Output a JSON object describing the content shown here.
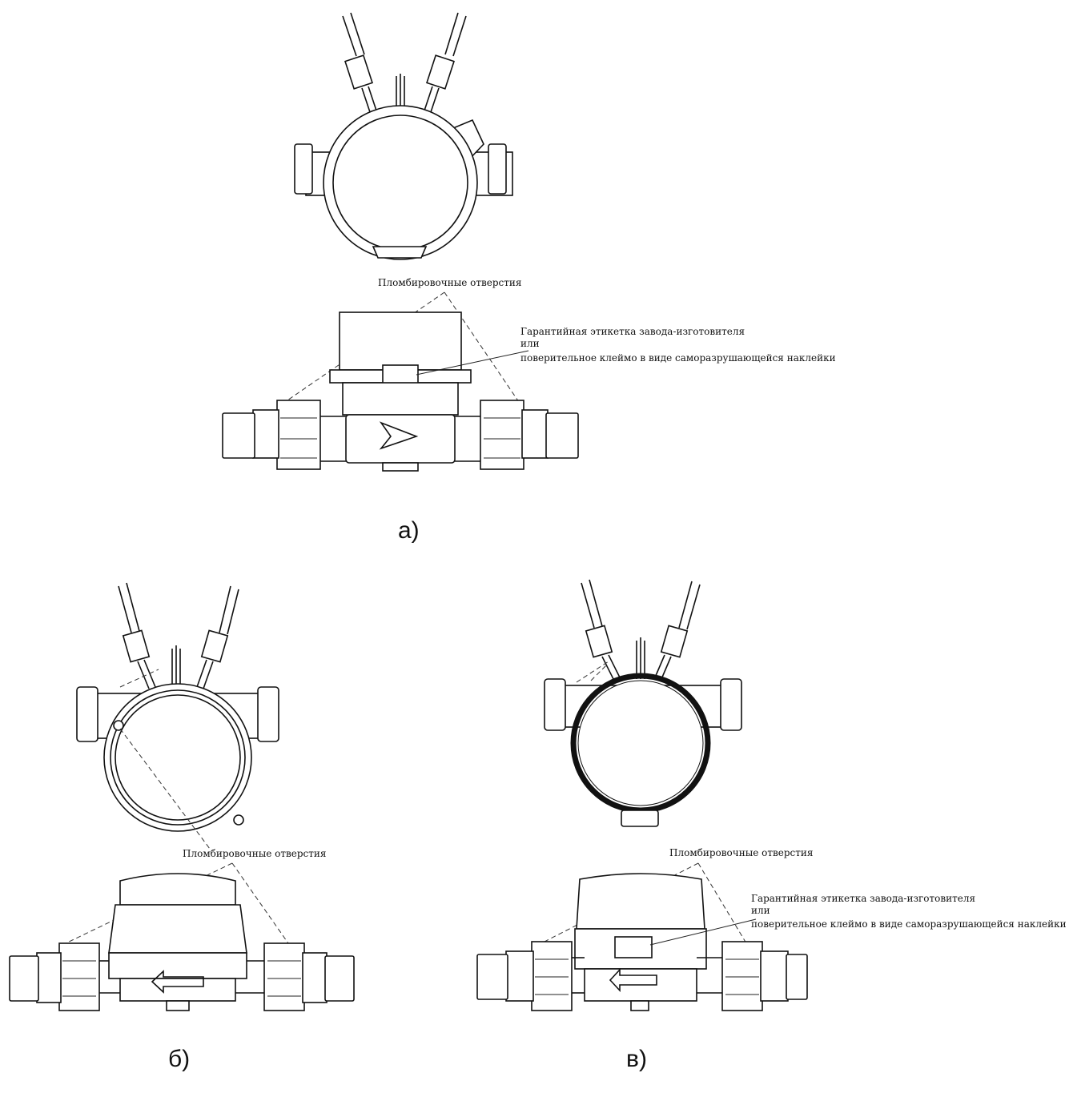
{
  "figure_a": {
    "caption": "а)",
    "seal_holes_label": "Пломбировочные отверстия",
    "warranty_label_line1": "Гарантийная этикетка завода-изготовителя",
    "warranty_label_line2": "или",
    "warranty_label_line3": "поверительное клеймо в виде саморазрушающейся наклейки"
  },
  "figure_b": {
    "caption": "б)",
    "seal_holes_label": "Пломбировочные отверстия"
  },
  "figure_c": {
    "caption": "в)",
    "seal_holes_label": "Пломбировочные отверстия",
    "warranty_label_line1": "Гарантийная этикетка завода-изготовителя",
    "warranty_label_line2": "или",
    "warranty_label_line3": "поверительное клеймо в виде саморазрушающейся наклейки"
  }
}
